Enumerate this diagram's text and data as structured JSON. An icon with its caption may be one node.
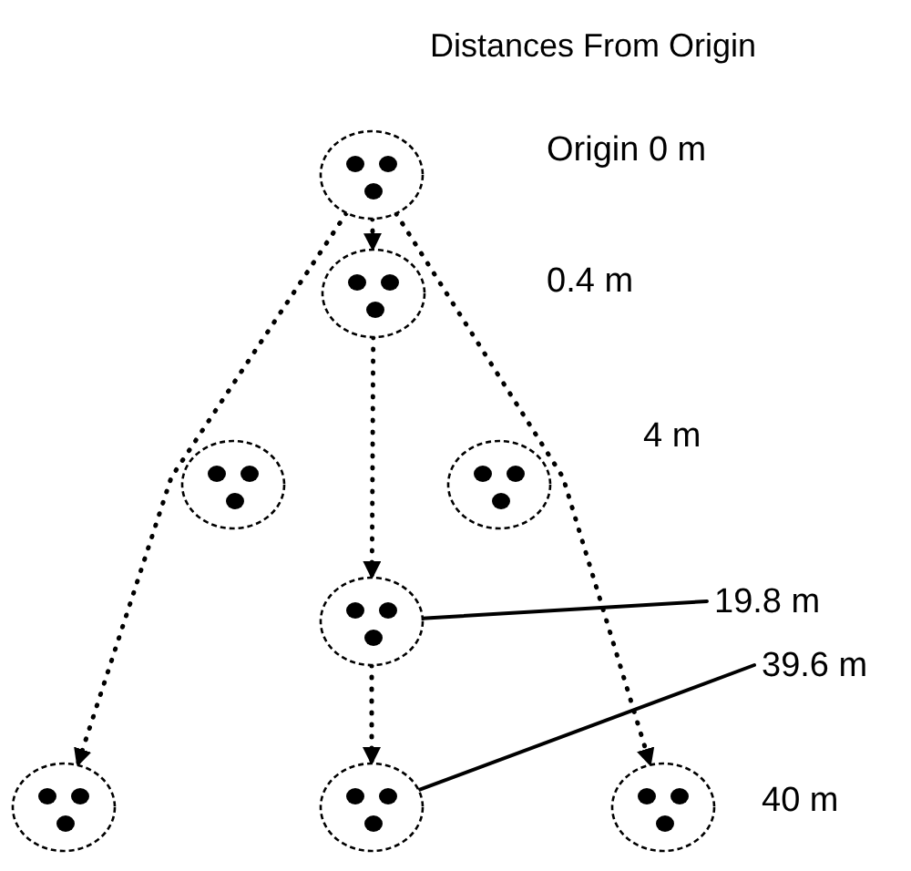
{
  "diagram": {
    "title": "Distances From Origin",
    "nodes": [
      {
        "text": [],
        "shape": "circle"
      },
      {
        "text": [],
        "shape": "circle"
      },
      {
        "text": [],
        "shape": "circle"
      },
      {
        "text": [],
        "shape": "circle"
      },
      {
        "text": [],
        "shape": "circle"
      },
      {
        "text": [],
        "shape": "circle"
      },
      {
        "text": [],
        "shape": "circle"
      },
      {
        "text": [],
        "shape": "circle"
      },
      {
        "text": [
          "19.8 m"
        ]
      },
      {
        "text": [
          "39.6 m"
        ]
      }
    ],
    "edges": [
      {
        "from": 0,
        "to": 1,
        "arrow": "to",
        "style": "dashed"
      },
      {
        "from": 0,
        "to": 5,
        "arrow": "to",
        "style": "dashed"
      },
      {
        "from": 0,
        "to": 7,
        "arrow": "to",
        "style": "dashed"
      },
      {
        "from": 1,
        "to": 4,
        "arrow": "to",
        "style": "dashed"
      },
      {
        "from": 4,
        "to": 6,
        "arrow": "to",
        "style": "dashed"
      },
      {
        "from": 8,
        "to": 4,
        "arrow": "none"
      },
      {
        "from": 9,
        "to": 6,
        "arrow": "none"
      }
    ],
    "labels": [
      "Origin 0 m",
      "0.4 m",
      "4 m",
      "40 m"
    ]
  }
}
